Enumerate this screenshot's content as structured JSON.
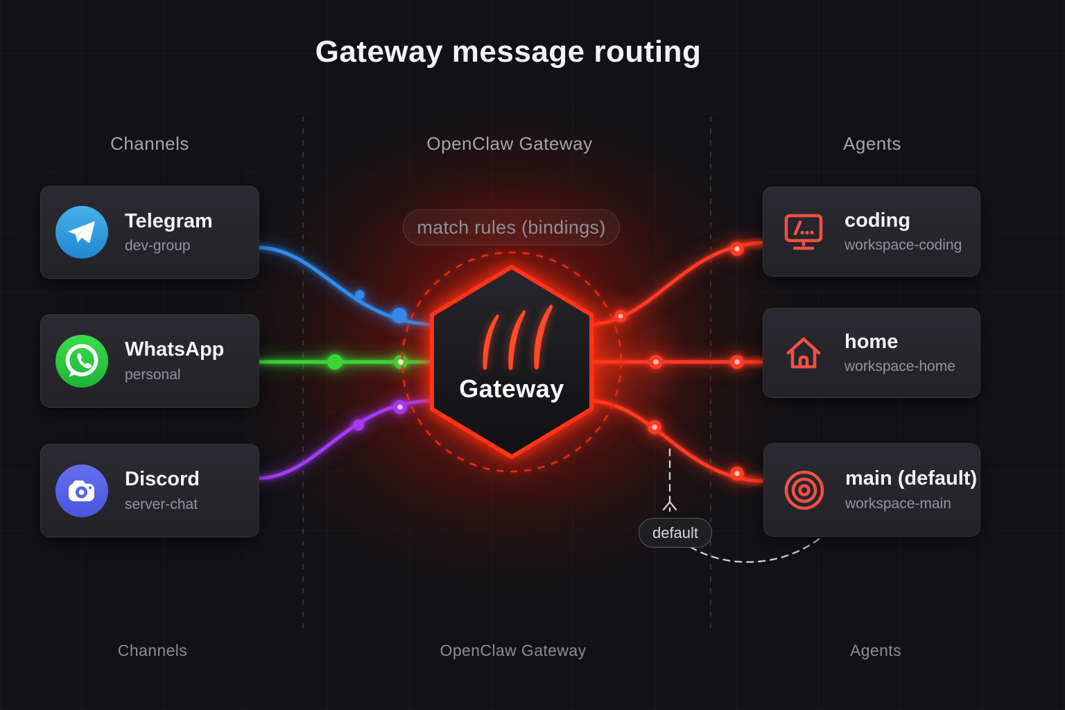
{
  "title": "Gateway message routing",
  "headers": {
    "channels": "Channels",
    "gateway": "OpenClaw Gateway",
    "agents": "Agents"
  },
  "footers": {
    "channels": "Channels",
    "gateway": "OpenClaw Gateway",
    "agents": "Agents"
  },
  "gateway": {
    "node_label": "Gateway",
    "node_icon": "claw-marks-icon",
    "match_pill": "match rules (bindings)",
    "default_pill": "default"
  },
  "channels": [
    {
      "name": "Telegram",
      "detail": "dev-group",
      "icon": "telegram-icon",
      "line_color": "#2f8bef"
    },
    {
      "name": "WhatsApp",
      "detail": "personal",
      "icon": "whatsapp-icon",
      "line_color": "#3ed438"
    },
    {
      "name": "Discord",
      "detail": "server-chat",
      "icon": "discord-icon",
      "line_color": "#a43bf2"
    }
  ],
  "agents": [
    {
      "name": "coding",
      "detail": "workspace-coding",
      "icon": "terminal-icon"
    },
    {
      "name": "home",
      "detail": "workspace-home",
      "icon": "home-icon"
    },
    {
      "name": "main (default)",
      "detail": "workspace-main",
      "icon": "target-icon"
    }
  ],
  "colors": {
    "route_line": "#ff3a26",
    "agent_accent": "#f25043",
    "hex_border": "#ff3318",
    "telegram_brand": "#35a5e6",
    "whatsapp_brand": "#2ecb40",
    "discord_brand": "#5b64e8",
    "dashed_circle": "#e02b16",
    "default_dash": "#cbc9d2"
  }
}
